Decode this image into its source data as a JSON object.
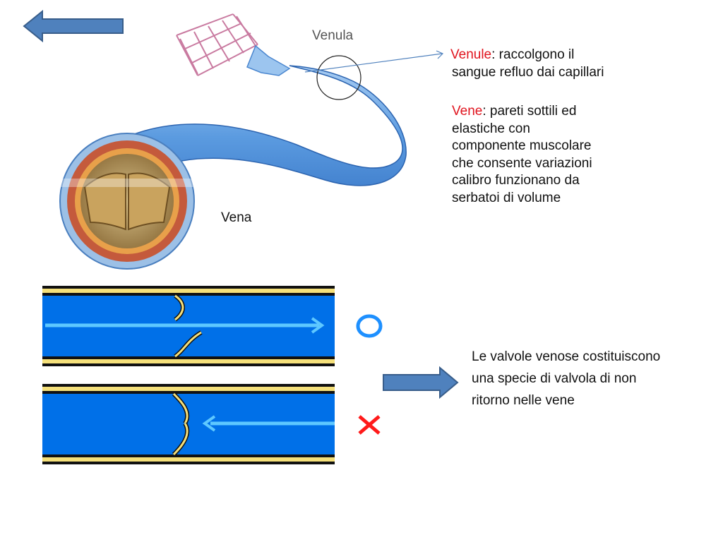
{
  "colors": {
    "accent_arrow": "#4f81bd",
    "highlight_red": "#e0141e",
    "vessel_blue": "#0070e8",
    "wall_yellow": "#f5e07a",
    "flow_light_blue": "#5ec8ff",
    "ok_mark": "#1e90ff",
    "bad_mark": "#ff1a1a"
  },
  "nav": {
    "back_icon": "left-arrow-icon",
    "next_icon": "right-arrow-icon"
  },
  "illustration": {
    "venula_label": "Venula",
    "vena_label": "Vena"
  },
  "venule": {
    "term": "Venule",
    "description": ": raccolgono il sangue refluo dai capillari"
  },
  "vene": {
    "term": "Vene",
    "description": ": pareti sottili ed elastiche con componente muscolare che consente variazioni calibro  funzionano da serbatoi di volume"
  },
  "valves": {
    "correct_mark": "O",
    "wrong_mark": "X",
    "text": "Le valvole venose costituiscono una specie di valvola di non ritorno nelle vene"
  }
}
